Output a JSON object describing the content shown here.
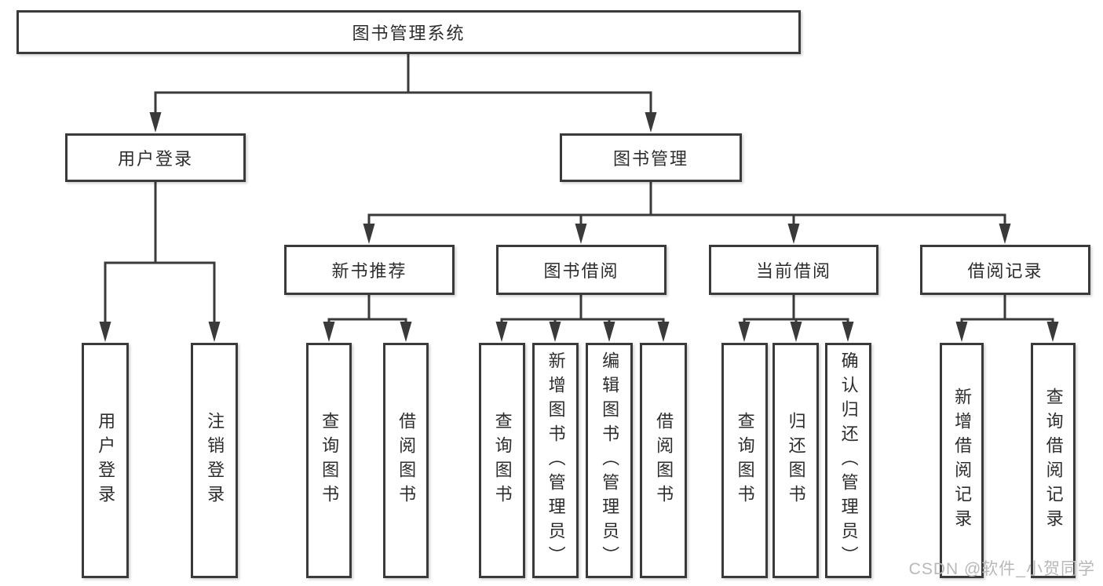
{
  "diagram": {
    "title": "图书管理系统",
    "nodes": {
      "root": {
        "label": "图书管理系统"
      },
      "user_login": {
        "label": "用户登录"
      },
      "book_mgmt": {
        "label": "图书管理"
      },
      "login_leaf": {
        "label": "用户登录"
      },
      "logout_leaf": {
        "label": "注销登录"
      },
      "new_book_rec": {
        "label": "新书推荐"
      },
      "book_borrow": {
        "label": "图书借阅"
      },
      "cur_borrow": {
        "label": "当前借阅"
      },
      "borrow_rec": {
        "label": "借阅记录"
      },
      "nbr_query": {
        "label": "查询图书"
      },
      "nbr_borrow": {
        "label": "借阅图书"
      },
      "bb_query": {
        "label": "查询图书"
      },
      "bb_add": {
        "label": "新增图书（管理员）"
      },
      "bb_edit": {
        "label": "编辑图书（管理员）"
      },
      "bb_borrow": {
        "label": "借阅图书"
      },
      "cb_query": {
        "label": "查询图书"
      },
      "cb_return": {
        "label": "归还图书"
      },
      "cb_confirm": {
        "label": "确认归还（管理员）"
      },
      "br_add": {
        "label": "新增借阅记录"
      },
      "br_query": {
        "label": "查询借阅记录"
      }
    },
    "structure": {
      "root": [
        "user_login",
        "book_mgmt"
      ],
      "user_login": [
        "login_leaf",
        "logout_leaf"
      ],
      "book_mgmt": [
        "new_book_rec",
        "book_borrow",
        "cur_borrow",
        "borrow_rec"
      ],
      "new_book_rec": [
        "nbr_query",
        "nbr_borrow"
      ],
      "book_borrow": [
        "bb_query",
        "bb_add",
        "bb_edit",
        "bb_borrow"
      ],
      "cur_borrow": [
        "cb_query",
        "cb_return",
        "cb_confirm"
      ],
      "borrow_rec": [
        "br_add",
        "br_query"
      ]
    },
    "colors": {
      "line": "#3a3a3a",
      "border": "#3a3a3a",
      "text": "#2d2d2d",
      "background": "#ffffff",
      "watermark": "#b8b8b8"
    },
    "watermark": "CSDN @软件_小贺同学"
  }
}
